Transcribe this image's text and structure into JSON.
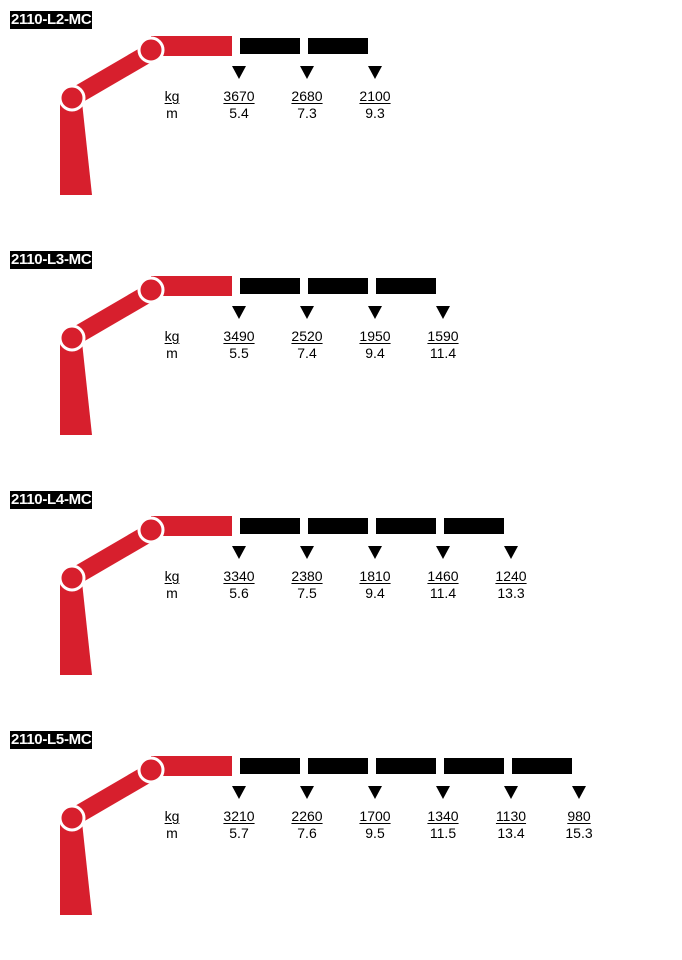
{
  "colors": {
    "boom": "#d71f2d",
    "extension": "#000000",
    "label_bg": "#000000"
  },
  "units": {
    "load": "kg",
    "reach": "m"
  },
  "models": [
    {
      "name": "2110-L2-MC",
      "extensions": 2,
      "points": [
        {
          "kg": "3670",
          "m": "5.4"
        },
        {
          "kg": "2680",
          "m": "7.3"
        },
        {
          "kg": "2100",
          "m": "9.3"
        }
      ]
    },
    {
      "name": "2110-L3-MC",
      "extensions": 3,
      "points": [
        {
          "kg": "3490",
          "m": "5.5"
        },
        {
          "kg": "2520",
          "m": "7.4"
        },
        {
          "kg": "1950",
          "m": "9.4"
        },
        {
          "kg": "1590",
          "m": "11.4"
        }
      ]
    },
    {
      "name": "2110-L4-MC",
      "extensions": 4,
      "points": [
        {
          "kg": "3340",
          "m": "5.6"
        },
        {
          "kg": "2380",
          "m": "7.5"
        },
        {
          "kg": "1810",
          "m": "9.4"
        },
        {
          "kg": "1460",
          "m": "11.4"
        },
        {
          "kg": "1240",
          "m": "13.3"
        }
      ]
    },
    {
      "name": "2110-L5-MC",
      "extensions": 5,
      "points": [
        {
          "kg": "3210",
          "m": "5.7"
        },
        {
          "kg": "2260",
          "m": "7.6"
        },
        {
          "kg": "1700",
          "m": "9.5"
        },
        {
          "kg": "1340",
          "m": "11.5"
        },
        {
          "kg": "1130",
          "m": "13.4"
        },
        {
          "kg": "980",
          "m": "15.3"
        }
      ]
    }
  ]
}
